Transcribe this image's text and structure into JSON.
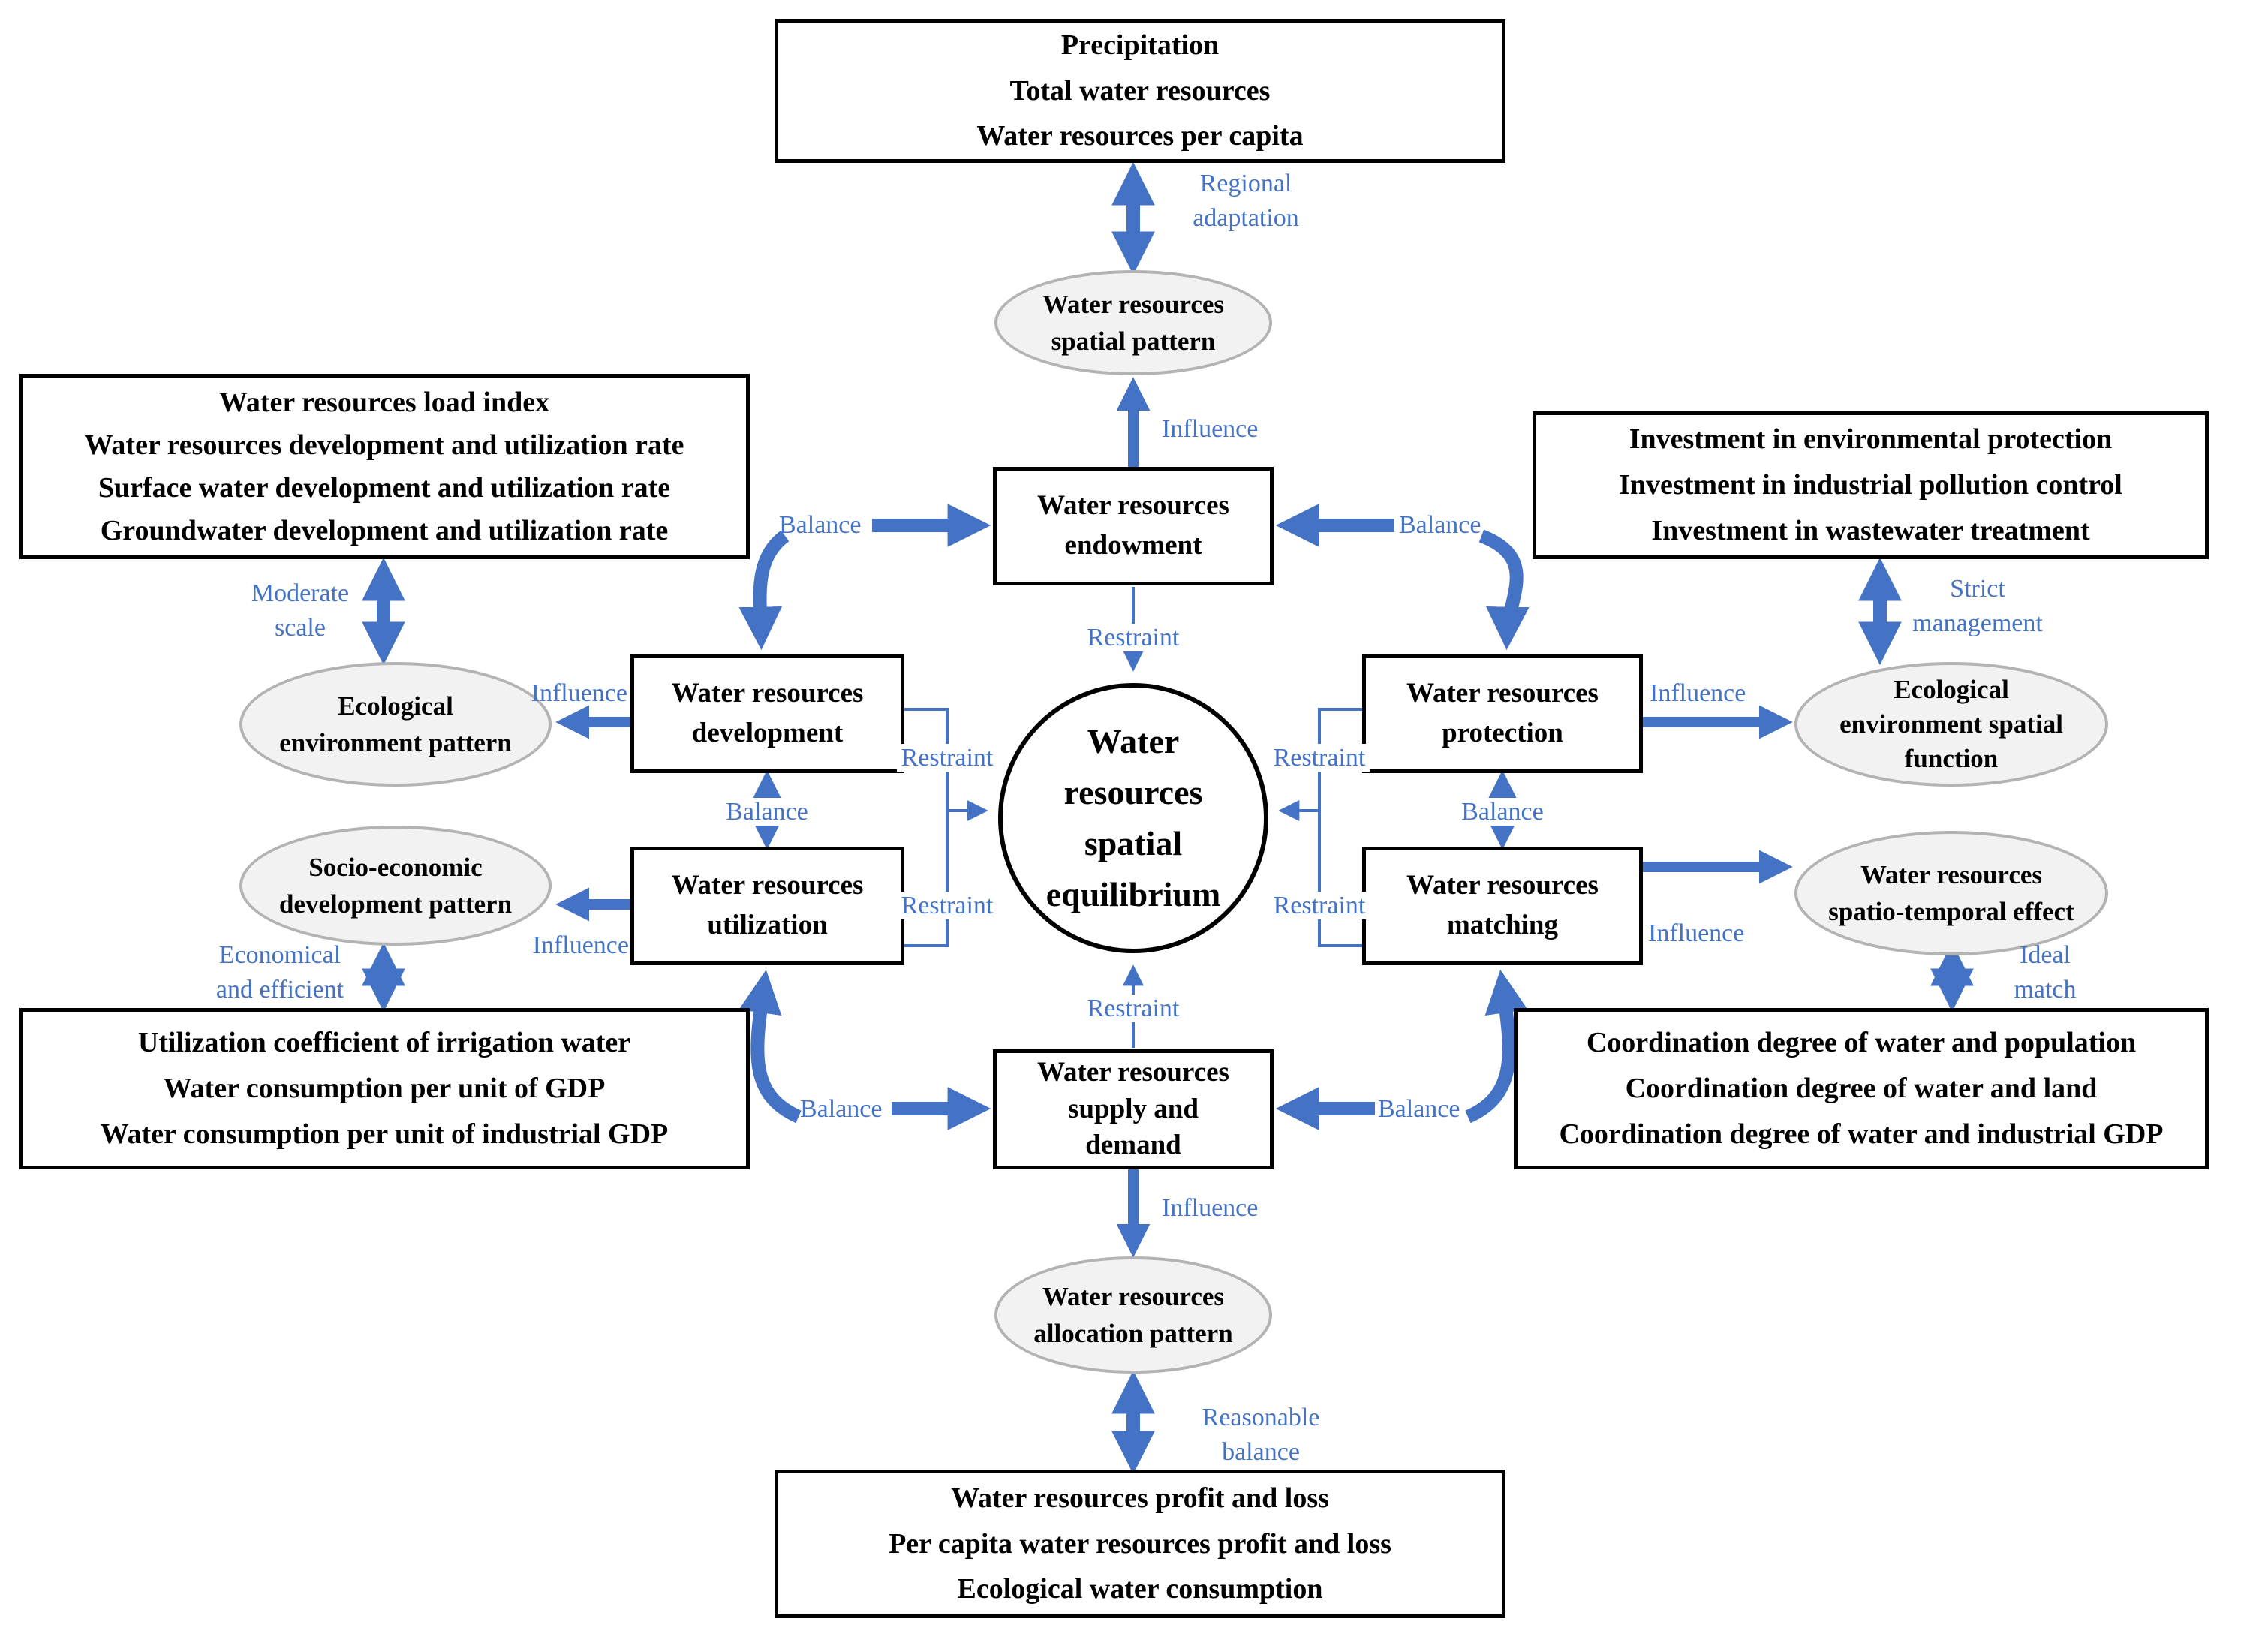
{
  "colors": {
    "arrow": "#4472C4",
    "label_text": "#4472C4",
    "box_border": "#000000",
    "ellipse_fill": "#F2F2F2",
    "ellipse_border": "#B3B3B3"
  },
  "center_circle": {
    "lines": [
      "Water",
      "resources",
      "spatial",
      "equilibrium"
    ]
  },
  "boxes": {
    "endowment": {
      "lines": [
        "Water resources",
        "endowment"
      ]
    },
    "development": {
      "lines": [
        "Water resources",
        "development"
      ]
    },
    "utilization": {
      "lines": [
        "Water resources",
        "utilization"
      ]
    },
    "protection": {
      "lines": [
        "Water resources",
        "protection"
      ]
    },
    "matching": {
      "lines": [
        "Water resources",
        "matching"
      ]
    },
    "supply_demand": {
      "lines": [
        "Water resources",
        "supply and",
        "demand"
      ]
    }
  },
  "ellipses": {
    "spatial_pattern": {
      "lines": [
        "Water resources",
        "spatial pattern"
      ]
    },
    "eco_env_pattern": {
      "lines": [
        "Ecological",
        "environment pattern"
      ]
    },
    "socio_economic": {
      "lines": [
        "Socio-economic",
        "development pattern"
      ]
    },
    "allocation_pattern": {
      "lines": [
        "Water resources",
        "allocation pattern"
      ]
    },
    "eco_env_spatial_function": {
      "lines": [
        "Ecological",
        "environment spatial",
        "function"
      ]
    },
    "spatio_temporal_effect": {
      "lines": [
        "Water resources",
        "spatio-temporal effect"
      ]
    }
  },
  "indicator_boxes": {
    "top": {
      "lines": [
        "Precipitation",
        "Total water resources",
        "Water resources per capita"
      ]
    },
    "left_top": {
      "lines": [
        "Water resources load index",
        "Water resources development and utilization rate",
        "Surface water development and utilization rate",
        "Groundwater development and utilization rate"
      ]
    },
    "right_top": {
      "lines": [
        "Investment in environmental protection",
        "Investment in industrial pollution control",
        "Investment in wastewater treatment"
      ]
    },
    "left_bottom": {
      "lines": [
        "Utilization coefficient of irrigation water",
        "Water consumption per unit of  GDP",
        "Water consumption per unit of industrial GDP"
      ]
    },
    "right_bottom": {
      "lines": [
        "Coordination degree of water and population",
        "Coordination degree of water and land",
        "Coordination degree of water and industrial GDP"
      ]
    },
    "bottom": {
      "lines": [
        "Water resources profit and loss",
        "Per capita water resources profit and loss",
        "Ecological water consumption"
      ]
    }
  },
  "edge_labels": {
    "influence": "Influence",
    "balance": "Balance",
    "restraint": "Restraint",
    "regional_adaptation": [
      "Regional",
      "adaptation"
    ],
    "moderate_scale": [
      "Moderate",
      "scale"
    ],
    "strict_management": [
      "Strict",
      "management"
    ],
    "economical_and_efficient": [
      "Economical",
      "and efficient"
    ],
    "ideal_match": [
      "Ideal",
      "match"
    ],
    "reasonable_balance": [
      "Reasonable",
      "balance"
    ]
  }
}
